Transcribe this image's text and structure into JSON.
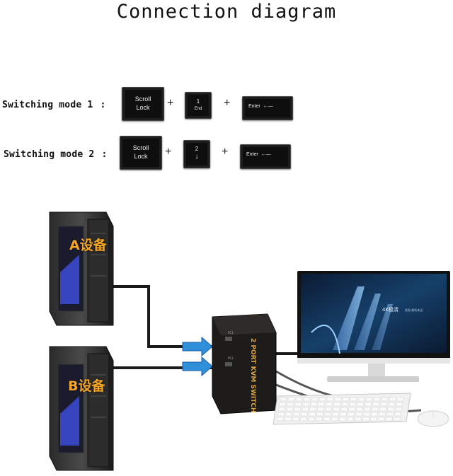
{
  "title": "Connection diagram",
  "modes": [
    {
      "label": "Switching mode 1",
      "colon": ":",
      "key1": {
        "line1": "Scroll",
        "line2": "Lock"
      },
      "key2": {
        "top": "1",
        "bottom": "End"
      },
      "key3": {
        "label": "Enter"
      },
      "plus": "+"
    },
    {
      "label": "Switching mode 2",
      "colon": ":",
      "key1": {
        "line1": "Scroll",
        "line2": "Lock"
      },
      "key2": {
        "top": "2",
        "bottom": "↓"
      },
      "key3": {
        "label": "Enter"
      },
      "plus": "+"
    }
  ],
  "devices": {
    "a_label": "A设备",
    "b_label": "B设备"
  },
  "switch_box": {
    "label": "2 PORT KVM SWITCH",
    "port1": "PC1",
    "port2": "PC2"
  },
  "monitor": {
    "screen_text": "4K极清",
    "screen_subtext": "发现 前所未见"
  },
  "colors": {
    "text": "#111111",
    "key_bg": "#0e0e0e",
    "device_label": "#f5a623",
    "arrow": "#2f8fd8"
  }
}
